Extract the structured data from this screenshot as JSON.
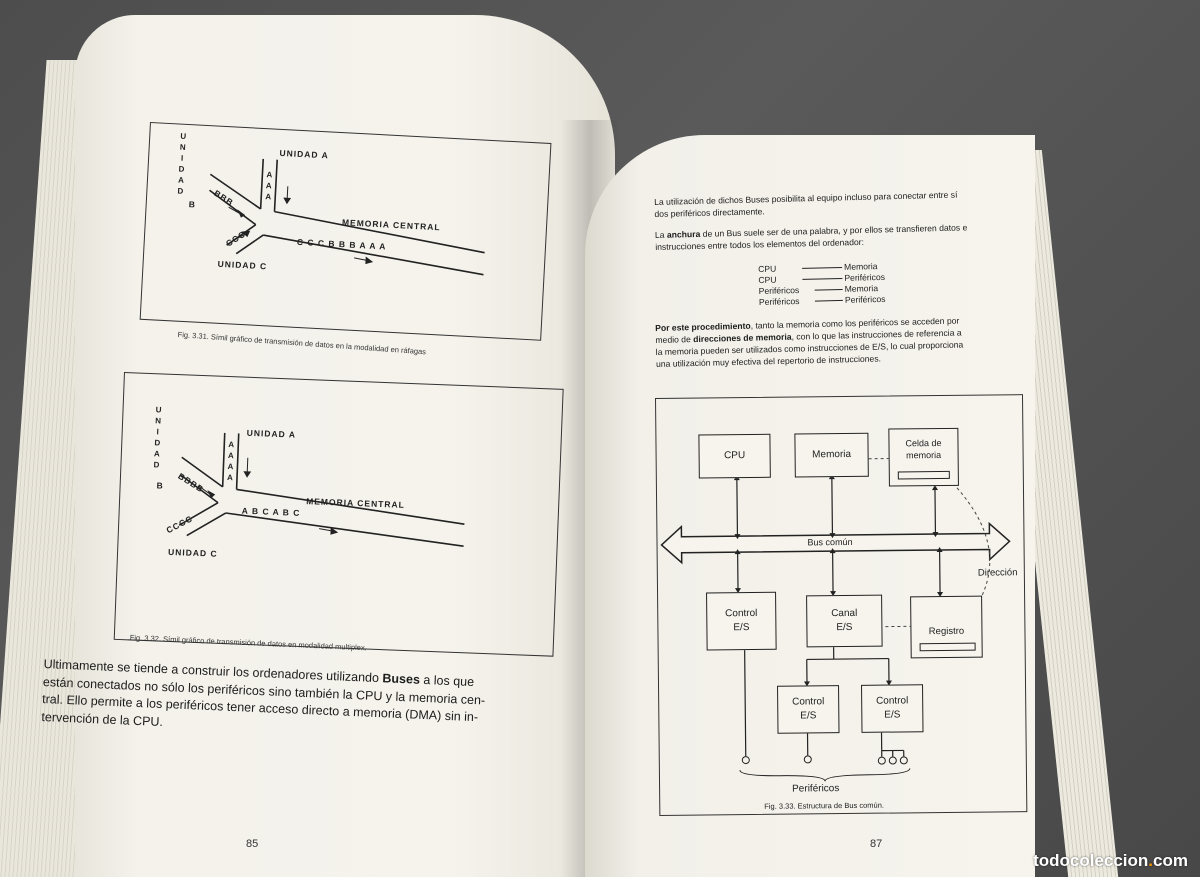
{
  "left_page": {
    "fig1": {
      "unidad_vertical": "U\nN\nI\nD\nA\nD",
      "unidad_a": "UNIDAD A",
      "b_label": "B",
      "bbb": "BBB",
      "aaa_vertical": "A\nA\nA",
      "memoria_central": "MEMORIA CENTRAL",
      "stream": "C C C  B B B  A A A",
      "ccc": "CCC",
      "unidad_c": "UNIDAD C",
      "caption": "Fig. 3.31. Símil gráfico de transmisión de datos en la modalidad en ráfagas"
    },
    "fig2": {
      "unidad_vertical": "U\nN\nI\nD\nA\nD",
      "unidad_a": "UNIDAD A",
      "b_label": "B",
      "bbbb": "BBBB",
      "aaaa_vertical": "A\nA\nA\nA",
      "memoria_central": "MEMORIA CENTRAL",
      "stream": "A B C A B C",
      "cccc": "CCCC",
      "unidad_c": "UNIDAD C",
      "caption": "Fig. 3.32. Símil gráfico de transmisión de datos en modalidad multiplex."
    },
    "paragraph": {
      "l1a": "Ultimamente se tiende a construir los ordenadores utilizando ",
      "l1b": "Buses",
      "l1c": " a los que",
      "l2": "están conectados no sólo los periféricos sino también la CPU y la memoria cen-",
      "l3": "tral. Ello permite a los periféricos tener acceso directo a memoria (DMA) sin in-",
      "l4": "tervención de la CPU."
    },
    "page_number": "85"
  },
  "right_page": {
    "p1_l1": "La utilización de dichos Buses posibilita al equipo incluso para conectar entre sí",
    "p1_l2": "dos periféricos directamente.",
    "p2_l1a": "La ",
    "p2_l1b": "anchura",
    "p2_l1c": " de un Bus suele ser de una palabra, y por ellos se transfieren datos e",
    "p2_l2": "instrucciones entre todos los elementos del ordenador:",
    "transfers": [
      {
        "from": "CPU",
        "to": "Memoria"
      },
      {
        "from": "CPU",
        "to": "Periféricos"
      },
      {
        "from": "Periféricos",
        "to": "Memoria"
      },
      {
        "from": "Periféricos",
        "to": "Periféricos"
      }
    ],
    "p3_l1a": "Por este procedimiento",
    "p3_l1b": ", tanto la memoria como los periféricos se acceden por",
    "p3_l2a": "medio de ",
    "p3_l2b": "direcciones de memoria",
    "p3_l2c": ", con lo que las instrucciones de referencia a",
    "p3_l3": "la memoria pueden ser utilizados como instrucciones de E/S, lo cual proporciona",
    "p3_l4": "una utilización muy efectiva del repertorio de instrucciones.",
    "diagram": {
      "cpu": "CPU",
      "memoria": "Memoria",
      "celda_l1": "Celda de",
      "celda_l2": "memoria",
      "bus": "Bus común",
      "direccion": "Dirección",
      "control1_l1": "Control",
      "control1_l2": "E/S",
      "canal_l1": "Canal",
      "canal_l2": "E/S",
      "registro": "Registro",
      "control2_l1": "Control",
      "control2_l2": "E/S",
      "control3_l1": "Control",
      "control3_l2": "E/S",
      "perifericos": "Periféricos",
      "caption": "Fig. 3.33. Estructura de Bus común."
    },
    "page_number": "87"
  },
  "watermark": {
    "brand": "todocoleccion",
    "dot": ".",
    "tld": "com"
  }
}
